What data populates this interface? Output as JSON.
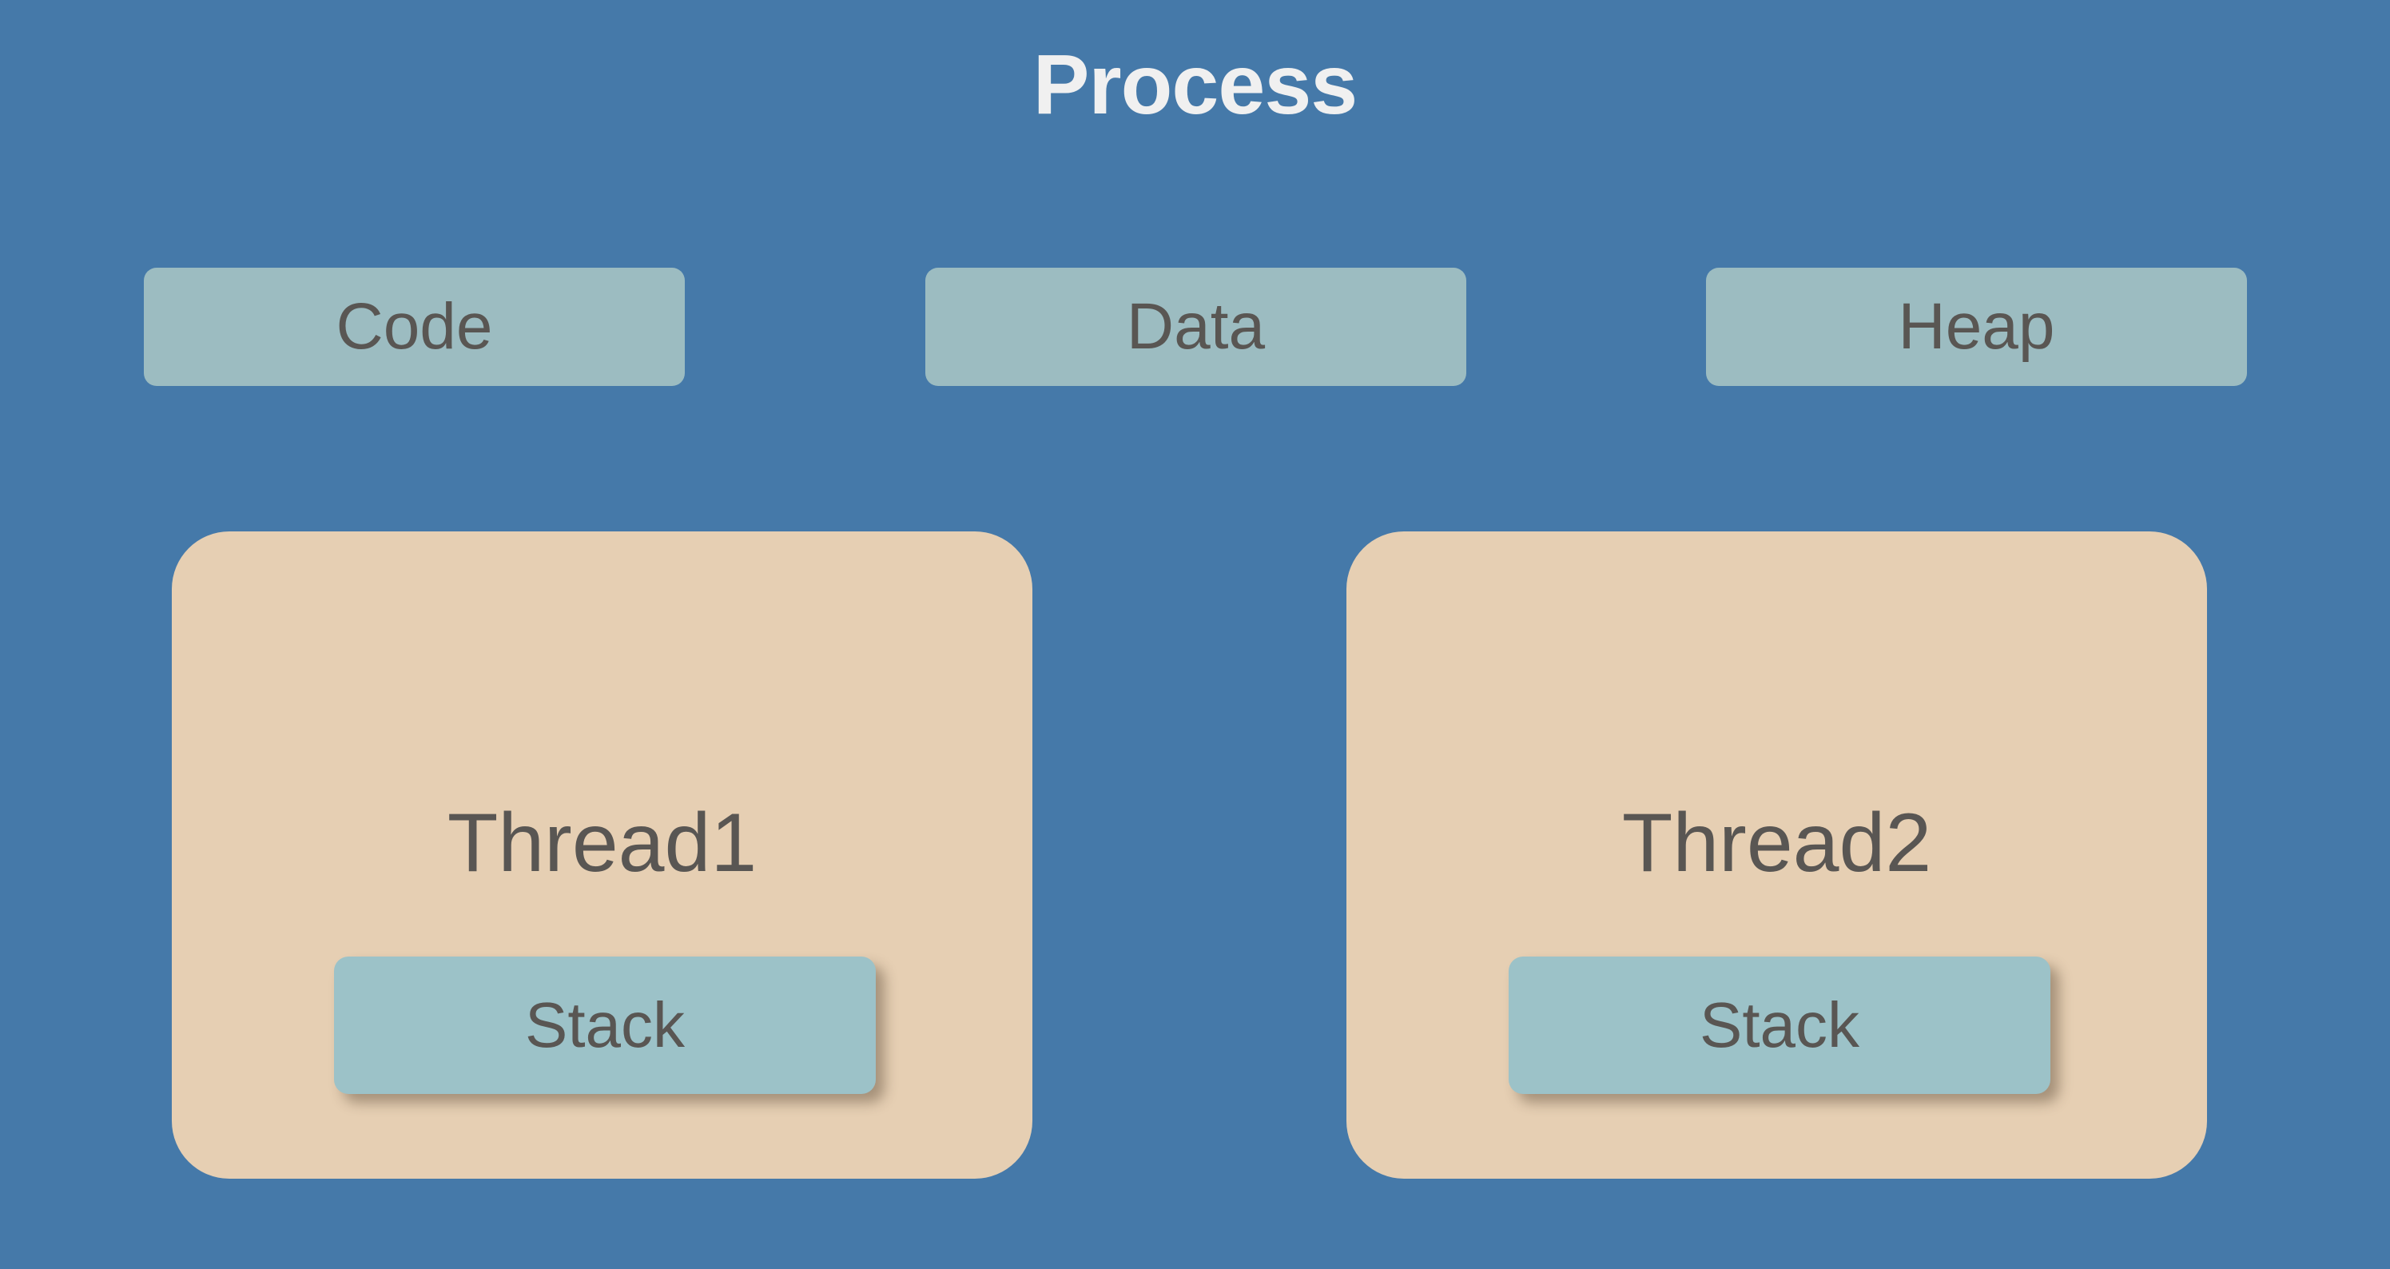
{
  "diagram": {
    "title": "Process",
    "background_color": "#4579a9",
    "title_color": "#f0f0f0",
    "segment_box_color": "#9cbcc1",
    "thread_box_color": "#e6cfb3",
    "stack_box_color": "#9cc2c8",
    "label_text_color": "#595653",
    "segments": [
      {
        "label": "Code"
      },
      {
        "label": "Data"
      },
      {
        "label": "Heap"
      }
    ],
    "threads": [
      {
        "label": "Thread1",
        "stack_label": "Stack"
      },
      {
        "label": "Thread2",
        "stack_label": "Stack"
      }
    ]
  }
}
